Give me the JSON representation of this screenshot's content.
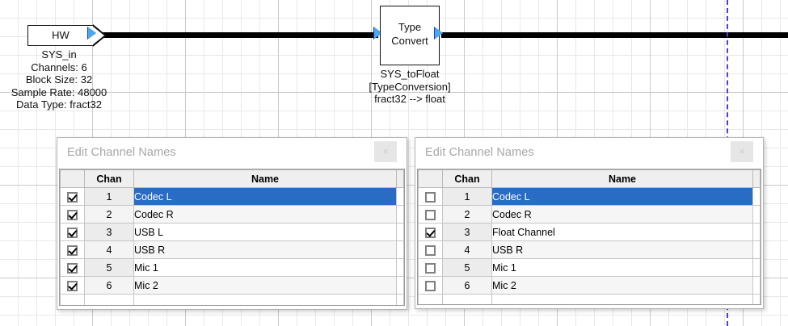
{
  "canvas": {
    "blocks": [
      {
        "id": "hw",
        "label": "HW",
        "caption": "SYS_in\nChannels: 6\nBlock Size: 32\nSample Rate: 48000\nData Type: fract32"
      },
      {
        "id": "type-convert",
        "label_line1": "Type",
        "label_line2": "Convert",
        "caption": "SYS_toFloat\n[TypeConversion]\nfract32 --> float"
      }
    ],
    "guide_color": "#4a3fd8",
    "wire_color": "#000000",
    "port_color": "#4aa8f0"
  },
  "dialogs": [
    {
      "id": "left",
      "title": "Edit Channel Names",
      "close_label": "×",
      "columns": [
        "",
        "Chan",
        "Name"
      ],
      "rows": [
        {
          "checked": true,
          "chan": "1",
          "name": "Codec L",
          "selected": true
        },
        {
          "checked": true,
          "chan": "2",
          "name": "Codec R",
          "selected": false
        },
        {
          "checked": true,
          "chan": "3",
          "name": "USB L",
          "selected": false
        },
        {
          "checked": true,
          "chan": "4",
          "name": "USB R",
          "selected": false
        },
        {
          "checked": true,
          "chan": "5",
          "name": "Mic 1",
          "selected": false
        },
        {
          "checked": true,
          "chan": "6",
          "name": "Mic 2",
          "selected": false
        }
      ]
    },
    {
      "id": "right",
      "title": "Edit Channel Names",
      "close_label": "×",
      "columns": [
        "",
        "Chan",
        "Name"
      ],
      "rows": [
        {
          "checked": false,
          "chan": "1",
          "name": "Codec L",
          "selected": true
        },
        {
          "checked": false,
          "chan": "2",
          "name": "Codec R",
          "selected": false
        },
        {
          "checked": true,
          "chan": "3",
          "name": "Float Channel",
          "selected": false
        },
        {
          "checked": false,
          "chan": "4",
          "name": "USB R",
          "selected": false
        },
        {
          "checked": false,
          "chan": "5",
          "name": "Mic 1",
          "selected": false
        },
        {
          "checked": false,
          "chan": "6",
          "name": "Mic 2",
          "selected": false
        }
      ]
    }
  ],
  "colors": {
    "selection_blue": "#2a6cc4",
    "grid_line": "#e8e8e8",
    "grid_major": "#c9c9c9"
  }
}
